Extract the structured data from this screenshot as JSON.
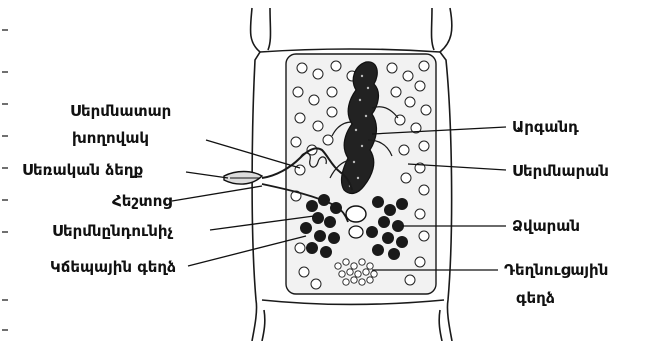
{
  "labels": {
    "sermnatar_1": "Սերմնատար",
    "sermnatar_2": "խողովակ",
    "seraakan_dzer": "Սեռական ձեղք",
    "hesht": "Հեշտոց",
    "sermnerdunich": "Սերմնընդունիչ",
    "kchepayin": "Կճեպային գեղձ",
    "argand": "Արգանդ",
    "sermnaran": "Սերմնարան",
    "dzvaran": "Ձվարան",
    "deghnutsayin_1": "Դեղնուցային",
    "deghnutsayin_2": "գեղձ"
  },
  "colors": {
    "ink": "#111111",
    "fill_light": "#f2f2f2",
    "uterus_fill": "#222222"
  }
}
